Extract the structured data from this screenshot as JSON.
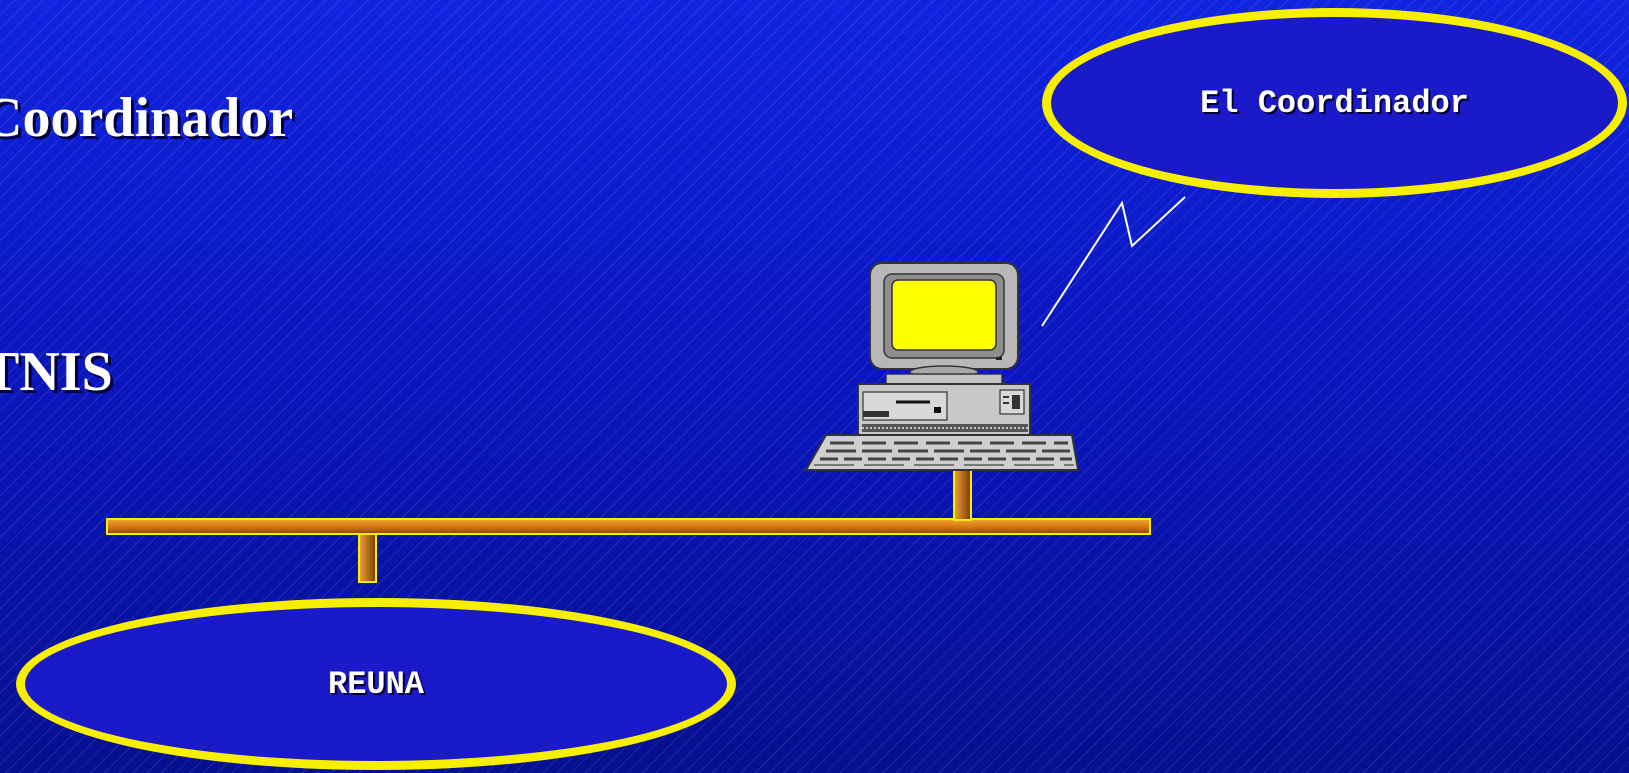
{
  "slide": {
    "title": "Coordinador",
    "subtitle": "TNIS"
  },
  "diagram": {
    "coordinator_label": "El Coordinador",
    "network_label": "REUNA"
  },
  "colors": {
    "background": "#0a17c4",
    "ellipse_border": "#f7ef00",
    "bus_fill": "#d97a10",
    "screen": "#ffff00"
  }
}
